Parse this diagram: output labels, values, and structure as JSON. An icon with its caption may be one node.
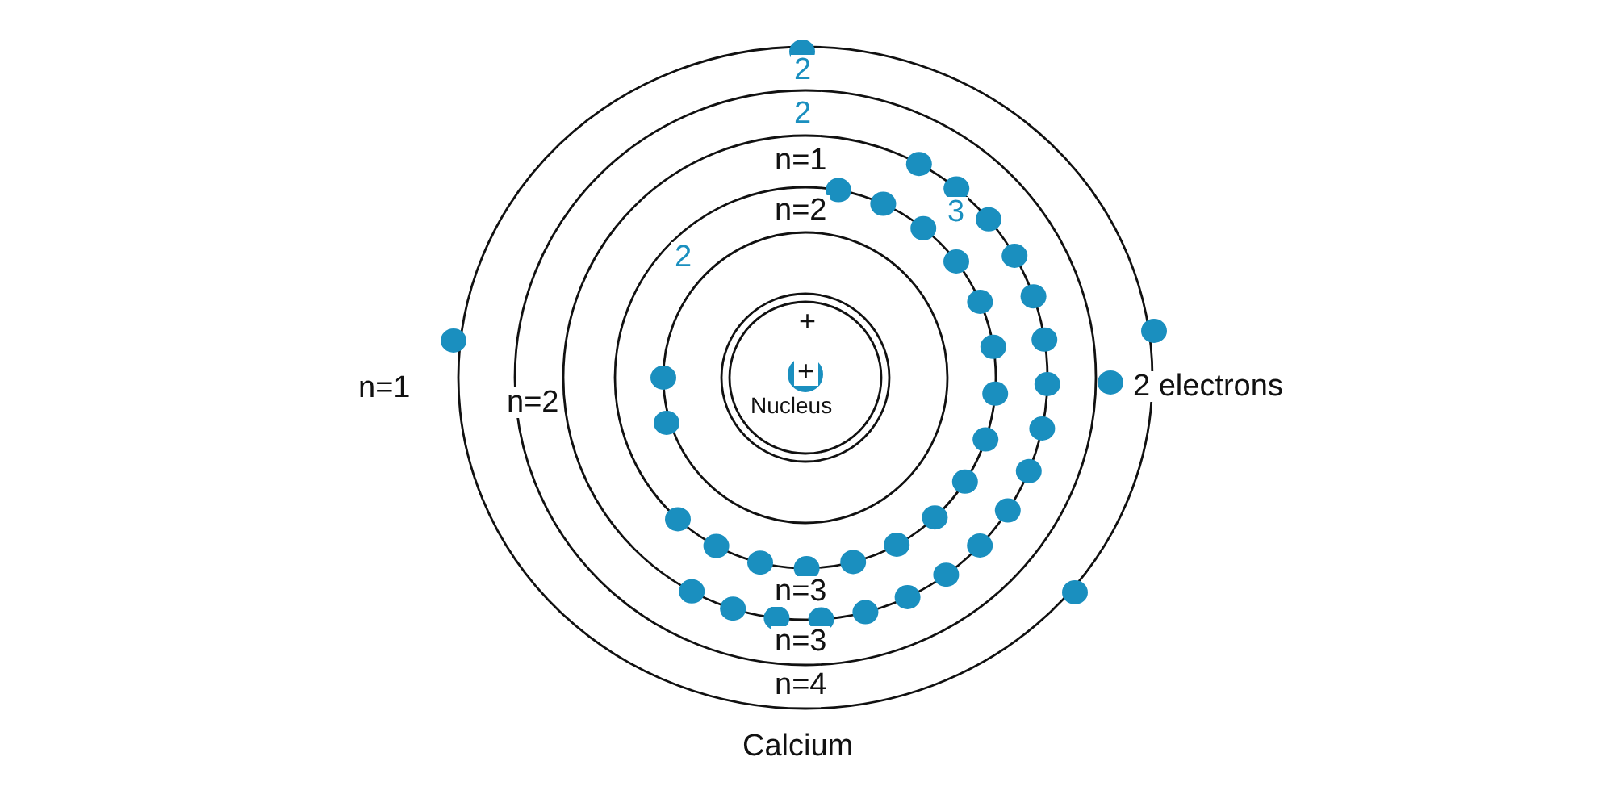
{
  "diagram": {
    "caption": "Calcium",
    "nodes": [
      {
        "text": [
          "+",
          "+",
          "Nucleus"
        ]
      }
    ],
    "labels": [
      "2",
      "2",
      "n=1",
      "n=2",
      "3",
      "2",
      "n=1",
      "n=2",
      "2 electrons",
      "n=3",
      "n=3",
      "n=4"
    ]
  }
}
